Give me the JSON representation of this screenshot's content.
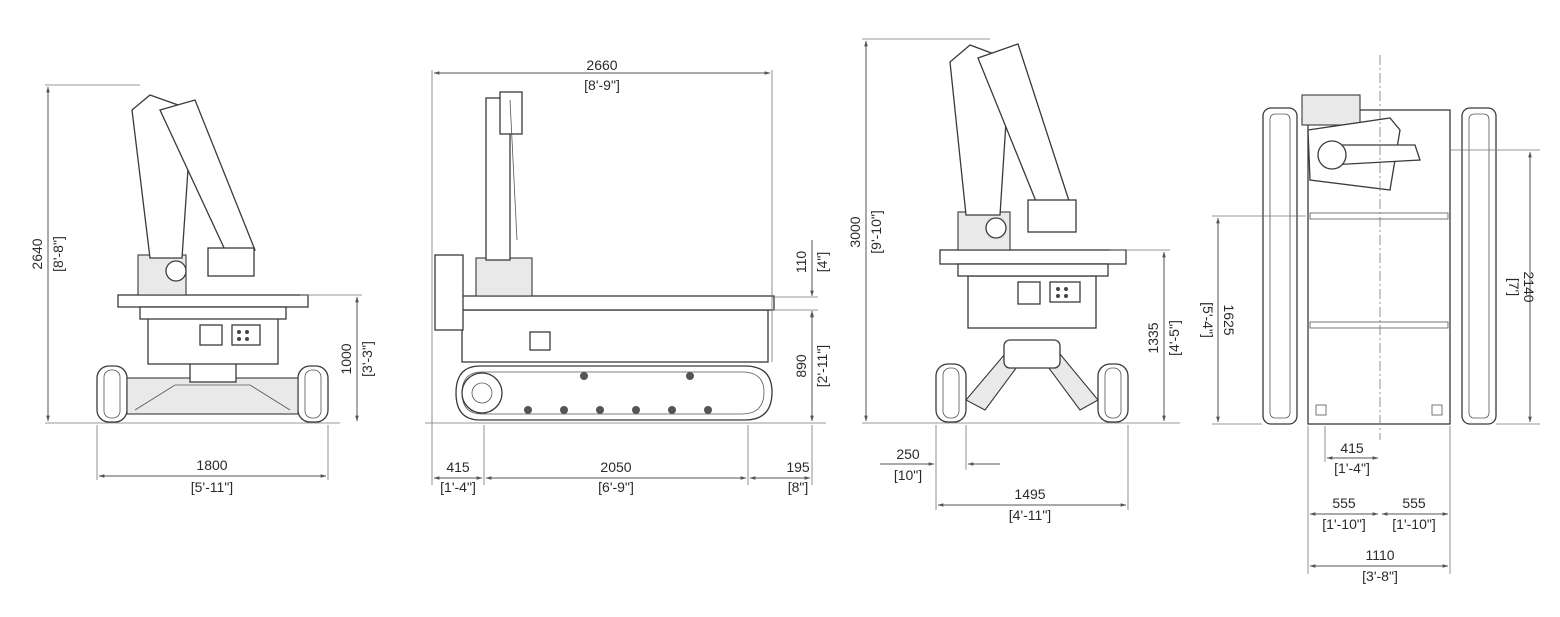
{
  "views": {
    "rear": {
      "height_mm": "2640",
      "height_ft": "[8'-8\"]",
      "deck_mm": "1000",
      "deck_ft": "[3'-3\"]",
      "width_mm": "1800",
      "width_ft": "[5'-11\"]"
    },
    "side": {
      "length_mm": "2660",
      "length_ft": "[8'-9\"]",
      "top_mm": "110",
      "top_ft": "[4\"]",
      "deck_mm": "890",
      "deck_ft": "[2'-11\"]",
      "front_mm": "415",
      "front_ft": "[1'-4\"]",
      "track_mm": "2050",
      "track_ft": "[6'-9\"]",
      "rear_mm": "195",
      "rear_ft": "[8\"]"
    },
    "front": {
      "height_mm": "3000",
      "height_ft": "[9'-10\"]",
      "deck_mm": "1335",
      "deck_ft": "[4'-5\"]",
      "clear_mm": "250",
      "clear_ft": "[10\"]",
      "width_mm": "1495",
      "width_ft": "[4'-11\"]"
    },
    "top": {
      "length_mm": "2140",
      "length_ft": "[7']",
      "inner_mm": "1625",
      "inner_ft": "[5'-4\"]",
      "offset_mm": "415",
      "offset_ft": "[1'-4\"]",
      "half_left_mm": "555",
      "half_left_ft": "[1'-10\"]",
      "half_right_mm": "555",
      "half_right_ft": "[1'-10\"]",
      "width_mm": "1110",
      "width_ft": "[3'-8\"]"
    }
  }
}
